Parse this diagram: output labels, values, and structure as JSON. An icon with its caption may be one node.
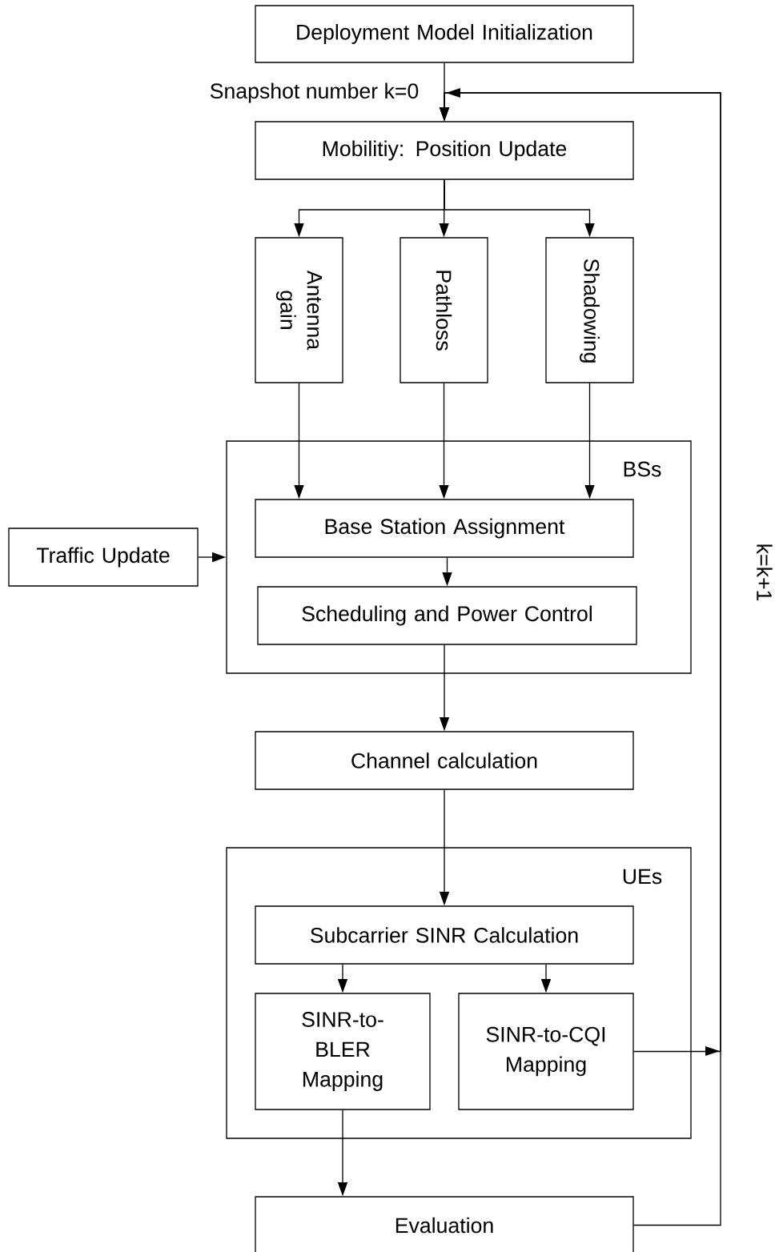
{
  "diagram": {
    "nodes": [
      {
        "text": [
          "Deployment Model Initialization"
        ]
      },
      {
        "text": [
          "Mobilitiy: Position Update"
        ]
      },
      {
        "text": [
          "Antenna gain"
        ]
      },
      {
        "text": [
          "Pathloss"
        ]
      },
      {
        "text": [
          "Shadowing"
        ]
      },
      {
        "text": [
          "BSs"
        ]
      },
      {
        "text": [
          "Base Station Assignment"
        ],
        "in": 5
      },
      {
        "text": [
          "Scheduling and Power Control"
        ],
        "in": 5
      },
      {
        "text": [
          "Traffic Update"
        ]
      },
      {
        "text": [
          "Channel calculation"
        ]
      },
      {
        "text": [
          "UEs"
        ]
      },
      {
        "text": [
          "Subcarrier SINR Calculation"
        ],
        "in": 10
      },
      {
        "text": [
          "SINR-to- BLER Mapping"
        ],
        "in": 10
      },
      {
        "text": [
          "SINR-to-CQI Mapping"
        ],
        "in": 10
      },
      {
        "text": [
          "Evaluation"
        ]
      }
    ],
    "edges": [
      {
        "from": 0,
        "to": 1,
        "arrow": "to",
        "label": "Snapshot number k=0"
      },
      {
        "from": 1,
        "to": 2,
        "arrow": "to"
      },
      {
        "from": 1,
        "to": 3,
        "arrow": "to"
      },
      {
        "from": 1,
        "to": 4,
        "arrow": "to"
      },
      {
        "from": 2,
        "to": 6,
        "arrow": "to"
      },
      {
        "from": 3,
        "to": 6,
        "arrow": "to"
      },
      {
        "from": 4,
        "to": 6,
        "arrow": "to"
      },
      {
        "from": 8,
        "to": 5,
        "arrow": "to"
      },
      {
        "from": 6,
        "to": 7,
        "arrow": "to"
      },
      {
        "from": 7,
        "to": 9,
        "arrow": "to"
      },
      {
        "from": 9,
        "to": 11,
        "arrow": "to"
      },
      {
        "from": 11,
        "to": 12,
        "arrow": "to"
      },
      {
        "from": 11,
        "to": 13,
        "arrow": "to"
      },
      {
        "from": 12,
        "to": 14,
        "arrow": "to"
      },
      {
        "from": 13,
        "to": 1,
        "arrow": "to"
      },
      {
        "from": 14,
        "to": 1,
        "arrow": "to",
        "label": "k=k+1"
      }
    ]
  }
}
